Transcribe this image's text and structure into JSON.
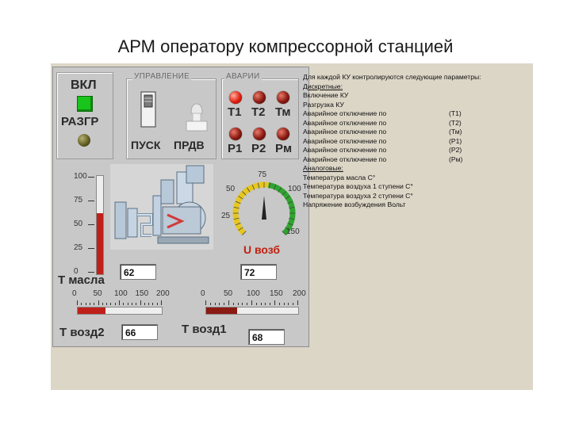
{
  "slide": {
    "title": "АРМ оператору компрессорной станцией"
  },
  "panel": {
    "vkl_label": "ВКЛ",
    "razgr_label": "РАЗГР",
    "control_group": "УПРАВЛЕНИЕ",
    "pusk_label": "ПУСК",
    "prdv_label": "ПРДВ",
    "alarm_group": "АВАРИИ",
    "alarms": [
      "Т1",
      "Т2",
      "Тм",
      "Р1",
      "Р2",
      "Рм"
    ],
    "alarm_active": [
      true,
      false,
      false,
      false,
      false,
      false
    ],
    "vertical_scale_ticks": [
      "100",
      "75",
      "50",
      "25",
      "0"
    ],
    "t_oil_label": "Т масла",
    "t_oil_value": "62",
    "t_oil_level_pct": 62,
    "gauge_ticks": [
      "25",
      "50",
      "75",
      "100",
      "150"
    ],
    "gauge_label": "U возб",
    "gauge_value_field": "72",
    "h_scale_ticks": [
      "0",
      "50",
      "100",
      "150",
      "200"
    ],
    "t_air2_label": "Т возд2",
    "t_air2_value": "66",
    "t_air1_label": "Т возд1",
    "t_air1_value": "68",
    "t_air2_level_pct": 33,
    "t_air1_level_pct": 34,
    "colors": {
      "led_green": "#19c51a",
      "alarm_red": "#e21e10",
      "bar_red": "#c0201a",
      "gauge_green": "#2ea52e",
      "gauge_yellow": "#e6c620"
    },
    "icons": [
      "toggle-switch-icon",
      "push-button-icon",
      "compressor-unit-icon",
      "rotary-indicator-icon"
    ]
  },
  "params": {
    "intro": "Для каждой КУ контролируются следующие параметры:",
    "discrete_header": "Дискретные:",
    "discrete": [
      {
        "text": "Включение КУ",
        "code": ""
      },
      {
        "text": "Разгрузка КУ",
        "code": ""
      },
      {
        "text": "Аварийное отключение по",
        "code": "(Т1)"
      },
      {
        "text": "Аварийное отключение по",
        "code": "(Т2)"
      },
      {
        "text": "Аварийное отключение по",
        "code": "(Тм)"
      },
      {
        "text": "Аварийное отключение по",
        "code": "(Р1)"
      },
      {
        "text": "Аварийное отключение по",
        "code": "(Р2)"
      },
      {
        "text": "Аварийное отключение по",
        "code": "(Рм)"
      }
    ],
    "analog_header": "Аналоговые:",
    "analog": [
      "Температура масла С°",
      "Температура воздуха 1 ступени С°",
      "Температура воздуха 2 ступени С°",
      "Напряжение возбуждения Вольт"
    ]
  }
}
